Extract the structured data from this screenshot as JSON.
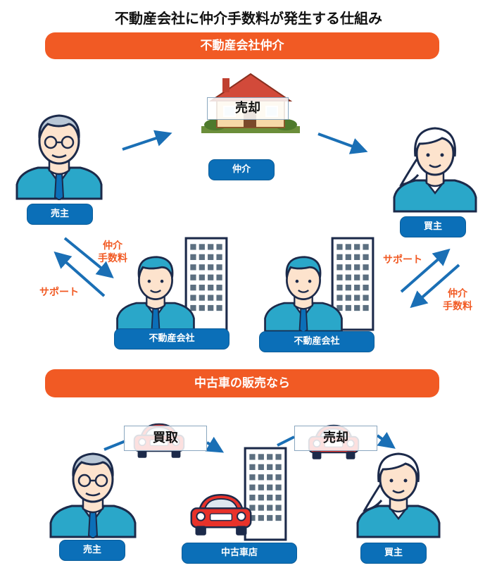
{
  "title": "不動産会社に仲介手数料が発生する仕組み",
  "section1": {
    "banner": "不動産会社仲介",
    "house_label": "売却",
    "center_pill": "仲介",
    "seller_pill": "売主",
    "buyer_pill": "買主",
    "agency_left_pill": "不動産会社",
    "agency_right_pill": "不動産会社",
    "left_fee_line1": "仲介",
    "left_fee_line2": "手数料",
    "left_support": "サポート",
    "right_support": "サポート",
    "right_fee_line1": "仲介",
    "right_fee_line2": "手数料"
  },
  "section2": {
    "banner": "中古車の販売なら",
    "buy_label": "買取",
    "sell_label": "売却",
    "seller_pill": "売主",
    "dealer_pill": "中古車店",
    "buyer_pill": "買主"
  },
  "colors": {
    "accent_orange": "#f15a24",
    "pill_blue": "#0b6fb8",
    "arrow_blue": "#1a6fb5",
    "suit_teal": "#2aa7c9",
    "car_red": "#e8322a"
  }
}
